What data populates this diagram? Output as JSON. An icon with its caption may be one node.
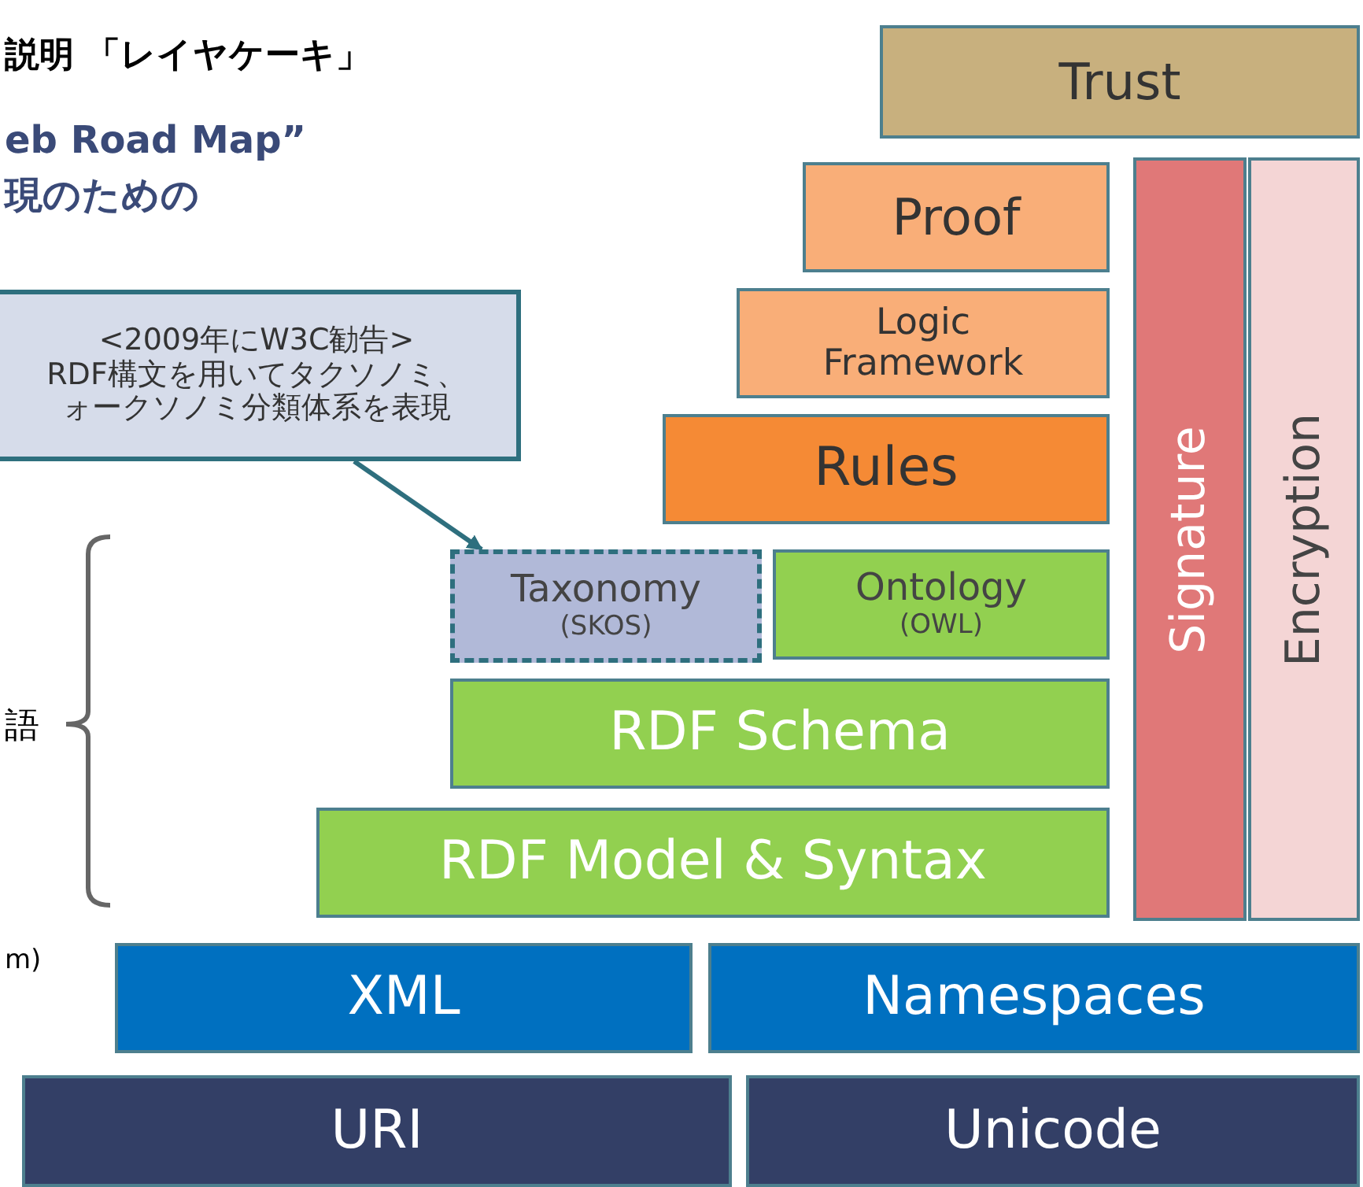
{
  "diagram": {
    "nodes": [
      {
        "text": [
          "Trust"
        ]
      },
      {
        "text": [
          "Proof"
        ]
      },
      {
        "text": [
          "Logic Framework"
        ]
      },
      {
        "text": [
          "Rules"
        ]
      },
      {
        "text": [
          "Taxonomy",
          "(SKOS)"
        ]
      },
      {
        "text": [
          "Ontology",
          "(OWL)"
        ]
      },
      {
        "text": [
          "RDF Schema"
        ]
      },
      {
        "text": [
          "RDF Model & Syntax"
        ]
      },
      {
        "text": [
          "Signature"
        ]
      },
      {
        "text": [
          "Encryption"
        ]
      },
      {
        "text": [
          "XML"
        ]
      },
      {
        "text": [
          "Namespaces"
        ]
      },
      {
        "text": [
          "URI"
        ]
      },
      {
        "text": [
          "Unicode"
        ]
      },
      {
        "text": [
          "<2009年にW3C勧告>",
          "RDF構文を用いてタクソノミ、ォークソノミ分類体系を表現"
        ]
      }
    ],
    "edges": [
      {
        "from": 14,
        "to": 4,
        "arrow": "to"
      }
    ],
    "labels": [
      "説明 「レイヤケーキ」",
      "eb Road Map”",
      "現のための",
      "語",
      "m)"
    ]
  }
}
